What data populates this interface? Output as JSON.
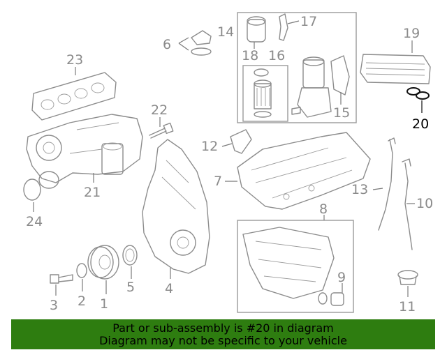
{
  "diagram": {
    "callouts": {
      "c1": "1",
      "c2": "2",
      "c3": "3",
      "c4": "4",
      "c5": "5",
      "c6": "6",
      "c7": "7",
      "c8": "8",
      "c9": "9",
      "c10": "10",
      "c11": "11",
      "c12": "12",
      "c13": "13",
      "c14": "14",
      "c15": "15",
      "c16": "16",
      "c17": "17",
      "c18": "18",
      "c19": "19",
      "c20": "20",
      "c21": "21",
      "c22": "22",
      "c23": "23",
      "c24": "24"
    },
    "highlighted_part": "20",
    "colors": {
      "line": "#8c8c8c",
      "highlight": "#000000",
      "banner": "#2e7d10"
    }
  },
  "banner": {
    "line1": "Part or sub-assembly is #20 in diagram",
    "line2": "Diagram may not be specific to your vehicle"
  }
}
